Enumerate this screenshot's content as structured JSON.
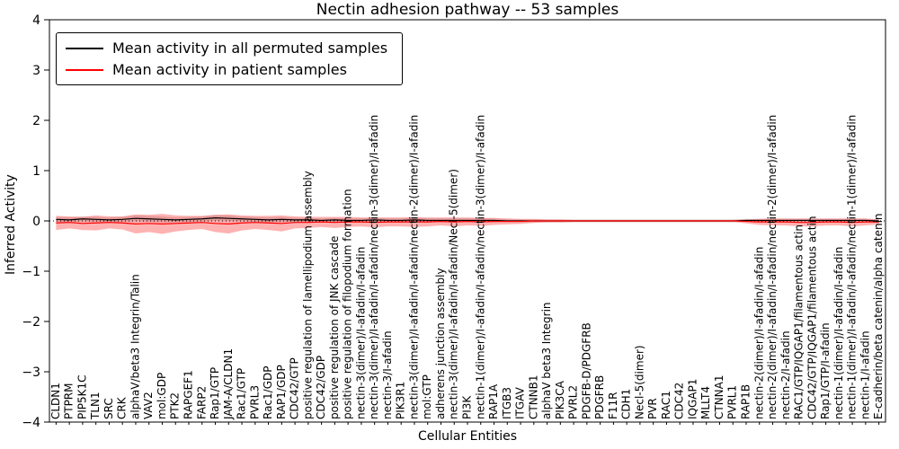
{
  "title": "Nectin adhesion pathway -- 53 samples",
  "axes": {
    "xlabel": "Cellular Entities",
    "ylabel": "Inferred Activity"
  },
  "legend": {
    "position": "upper left",
    "items": [
      {
        "label": "Mean activity in all permuted samples",
        "color": "#000000"
      },
      {
        "label": "Mean activity in patient samples",
        "color": "#ff0000"
      }
    ]
  },
  "chart_data": {
    "type": "line",
    "title": "Nectin adhesion pathway -- 53 samples",
    "xlabel": "Cellular Entities",
    "ylabel": "Inferred Activity",
    "ylim": [
      -4,
      4
    ],
    "yticks": [
      -4,
      -3,
      -2,
      -1,
      0,
      1,
      2,
      3,
      4
    ],
    "ytick_labels": [
      "−4",
      "−3",
      "−2",
      "−1",
      "0",
      "1",
      "2",
      "3",
      "4"
    ],
    "grid": false,
    "zero_line": true,
    "legend_position": "upper left",
    "categories": [
      "CLDN1",
      "PTPRM",
      "PIP5K1C",
      "TLN1",
      "SRC",
      "CRK",
      "alphaV/beta3 Integrin/Talin",
      "VAV2",
      "mol:GDP",
      "PTK2",
      "RAPGEF1",
      "FARP2",
      "Rap1/GTP",
      "JAM-A/CLDN1",
      "Rac1/GTP",
      "PVRL3",
      "Rac1/GDP",
      "RAP1/GDP",
      "CDC42/GTP",
      "positive regulation of lamellipodium assembly",
      "CDC42/GDP",
      "positive regulation of JNK cascade",
      "positive regulation of filopodium formation",
      "nectin-3(dimer)/I-afadin/I-afadin",
      "nectin-3(dimer)/I-afadin/I-afadin/nectin-3(dimer)/I-afadin",
      "nectin-3/I-afadin",
      "PIK3R1",
      "nectin-3(dimer)/I-afadin/I-afadin/nectin-2(dimer)/I-afadin",
      "mol:GTP",
      "adherens junction assembly",
      "nectin-3(dimer)/I-afadin/I-afadin/Necl-5(dimer)",
      "PI3K",
      "nectin-1(dimer)/I-afadin/I-afadin/nectin-3(dimer)/I-afadin",
      "RAP1A",
      "ITGB3",
      "ITGAV",
      "CTNNB1",
      "alphaV beta3 Integrin",
      "PIK3CA",
      "PVRL2",
      "PDGFB-D/PDGFRB",
      "PDGFRB",
      "F11R",
      "CDH1",
      "Necl-5(dimer)",
      "PVR",
      "RAC1",
      "CDC42",
      "IQGAP1",
      "MLLT4",
      "CTNNA1",
      "PVRL1",
      "RAP1B",
      "nectin-2(dimer)/I-afadin/I-afadin",
      "nectin-2(dimer)/I-afadin/I-afadin/nectin-2(dimer)/I-afadin",
      "nectin-2/I-afadin",
      "RAC1/GTP/IQGAP1/filamentous actin",
      "CDC42/GTP/IQGAP1/filamentous actin",
      "Rap1/GTP/I-afadin",
      "nectin-1(dimer)/I-afadin/I-afadin",
      "nectin-1(dimer)/I-afadin/I-afadin/nectin-1(dimer)/I-afadin",
      "nectin-1/I-afadin",
      "E-cadherin/beta catenin/alpha catenin"
    ],
    "series": [
      {
        "name": "Mean activity in all permuted samples",
        "color": "#000000",
        "band_color": "#999999",
        "band_opacity": 0.35,
        "values": [
          0.03,
          0.02,
          0.04,
          0.03,
          0.02,
          0.03,
          0.05,
          0.04,
          0.03,
          0.02,
          0.03,
          0.04,
          0.06,
          0.05,
          0.04,
          0.03,
          0.02,
          0.03,
          0.02,
          0.02,
          0.01,
          0.02,
          0.01,
          0.01,
          0.02,
          0.01,
          0.01,
          0.02,
          0.01,
          0.01,
          0.01,
          0.01,
          0.01,
          0.01,
          0.0,
          0.0,
          0.0,
          0.0,
          0.0,
          0.0,
          0.0,
          0.0,
          0.0,
          0.0,
          0.0,
          0.0,
          0.0,
          0.0,
          0.0,
          0.0,
          0.0,
          0.0,
          0.01,
          0.01,
          0.01,
          0.01,
          0.01,
          0.01,
          0.01,
          0.01,
          0.01,
          0.01,
          0.0
        ],
        "band": [
          0.05,
          0.05,
          0.05,
          0.05,
          0.05,
          0.05,
          0.06,
          0.06,
          0.06,
          0.05,
          0.05,
          0.05,
          0.06,
          0.06,
          0.05,
          0.05,
          0.05,
          0.05,
          0.04,
          0.04,
          0.04,
          0.04,
          0.04,
          0.04,
          0.04,
          0.04,
          0.04,
          0.04,
          0.04,
          0.04,
          0.04,
          0.04,
          0.04,
          0.04,
          0.03,
          0.03,
          0.03,
          0.03,
          0.03,
          0.03,
          0.03,
          0.03,
          0.03,
          0.03,
          0.03,
          0.03,
          0.03,
          0.03,
          0.03,
          0.03,
          0.03,
          0.03,
          0.03,
          0.03,
          0.03,
          0.03,
          0.03,
          0.03,
          0.03,
          0.03,
          0.03,
          0.03,
          0.03
        ]
      },
      {
        "name": "Mean activity in patient samples",
        "color": "#ff0000",
        "band_color": "#ff0000",
        "band_opacity": 0.3,
        "values": [
          -0.04,
          -0.03,
          -0.05,
          -0.04,
          -0.03,
          -0.04,
          -0.06,
          -0.05,
          -0.06,
          -0.05,
          -0.04,
          -0.03,
          -0.05,
          -0.06,
          -0.04,
          -0.03,
          -0.04,
          -0.05,
          -0.03,
          -0.03,
          -0.02,
          -0.03,
          -0.02,
          -0.02,
          -0.03,
          -0.02,
          -0.02,
          -0.02,
          -0.02,
          -0.01,
          -0.02,
          -0.01,
          -0.02,
          -0.01,
          -0.01,
          -0.01,
          0.0,
          0.0,
          0.0,
          0.0,
          0.0,
          0.0,
          0.0,
          0.0,
          0.0,
          0.0,
          0.0,
          0.0,
          0.0,
          0.0,
          0.0,
          0.0,
          -0.01,
          -0.02,
          -0.02,
          -0.02,
          -0.03,
          -0.03,
          -0.02,
          -0.02,
          -0.03,
          -0.02,
          -0.02
        ],
        "band": [
          0.14,
          0.12,
          0.13,
          0.15,
          0.12,
          0.13,
          0.19,
          0.17,
          0.2,
          0.16,
          0.14,
          0.13,
          0.17,
          0.19,
          0.15,
          0.13,
          0.14,
          0.16,
          0.12,
          0.11,
          0.1,
          0.11,
          0.1,
          0.09,
          0.1,
          0.09,
          0.09,
          0.1,
          0.09,
          0.08,
          0.09,
          0.08,
          0.08,
          0.07,
          0.06,
          0.05,
          0.04,
          0.03,
          0.03,
          0.02,
          0.02,
          0.02,
          0.02,
          0.02,
          0.02,
          0.02,
          0.02,
          0.02,
          0.02,
          0.02,
          0.02,
          0.02,
          0.04,
          0.06,
          0.07,
          0.07,
          0.08,
          0.08,
          0.07,
          0.07,
          0.08,
          0.07,
          0.05
        ]
      }
    ]
  }
}
